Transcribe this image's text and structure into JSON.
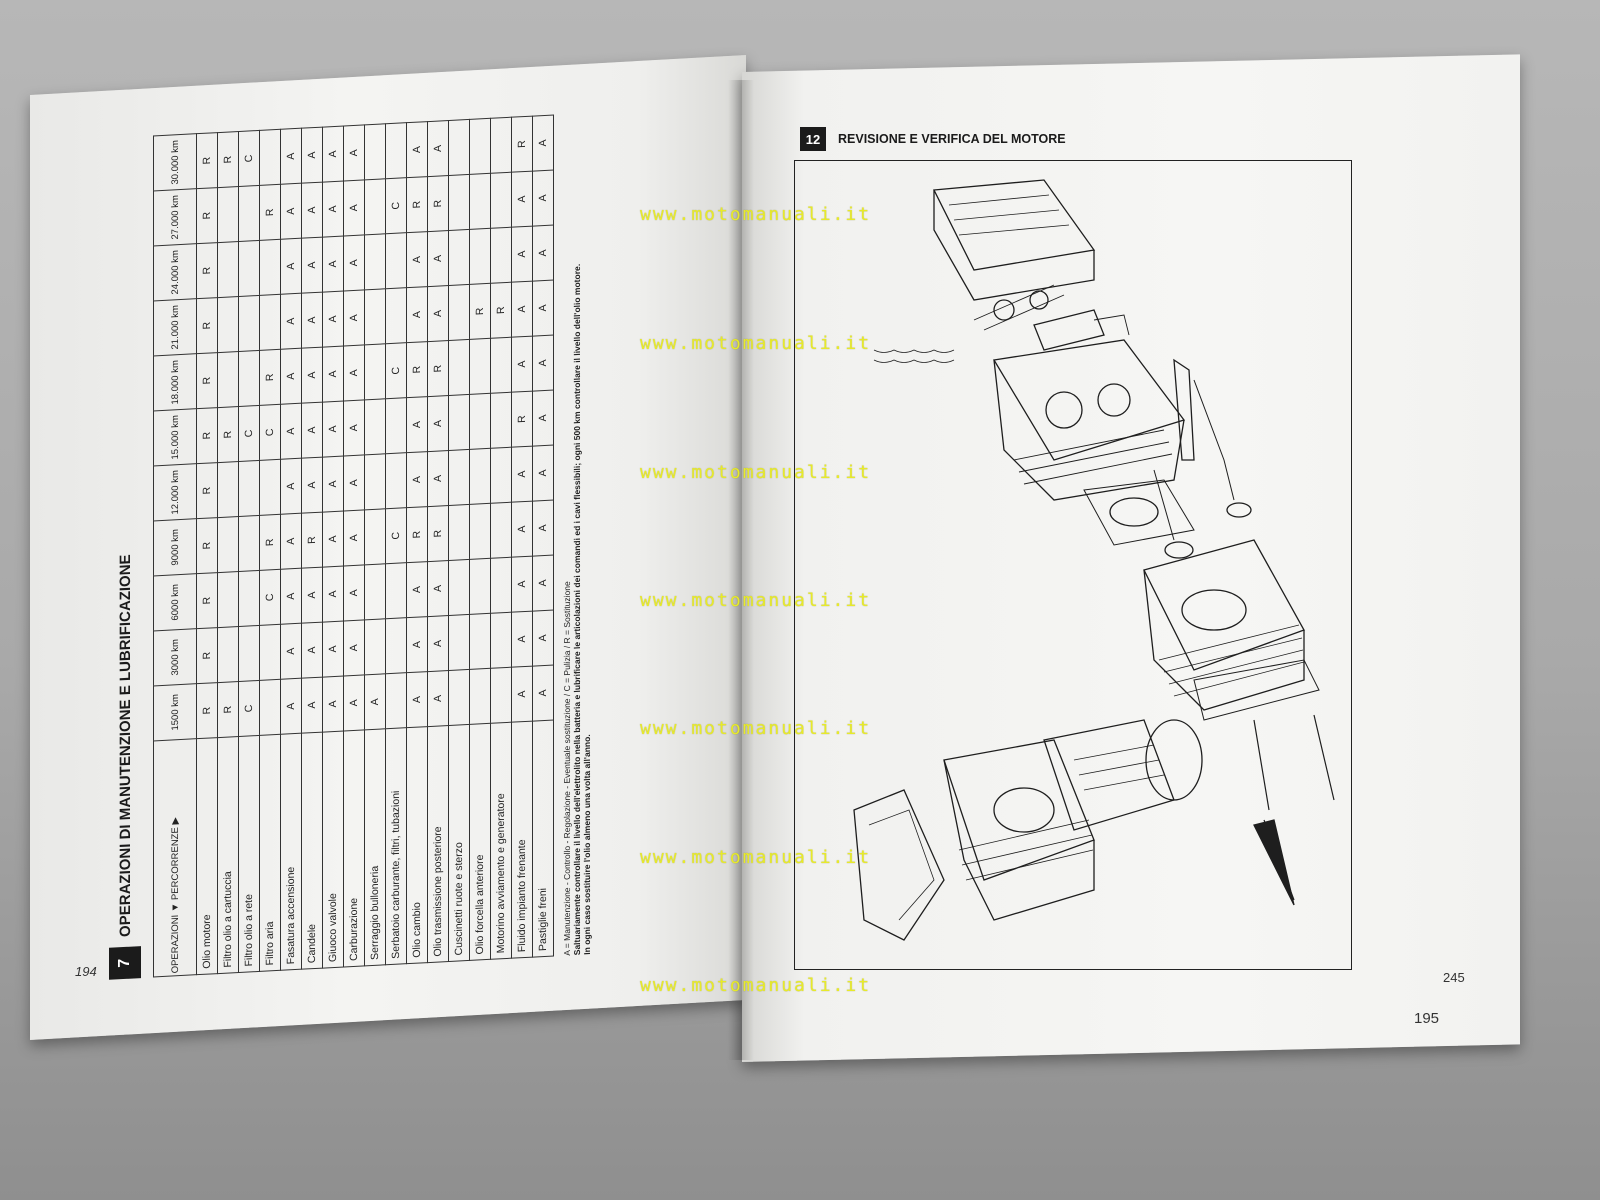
{
  "left_page": {
    "section_number": "7",
    "section_title": "OPERAZIONI DI MANUTENZIONE E LUBRIFICAZIONE",
    "corner_label": "OPERAZIONI ▼   PERCORRENZE ▶",
    "km_headers": [
      "1500 km",
      "3000 km",
      "6000 km",
      "9000 km",
      "12.000 km",
      "15.000 km",
      "18.000 km",
      "21.000 km",
      "24.000 km",
      "27.000 km",
      "30.000 km"
    ],
    "rows": [
      {
        "op": "Olio motore",
        "cells": [
          "R",
          "R",
          "R",
          "R",
          "R",
          "R",
          "R",
          "R",
          "R",
          "R",
          "R"
        ]
      },
      {
        "op": "Filtro olio a cartuccia",
        "cells": [
          "R",
          "",
          "",
          "",
          "",
          "R",
          "",
          "",
          "",
          "",
          "R"
        ]
      },
      {
        "op": "Filtro olio a rete",
        "cells": [
          "C",
          "",
          "",
          "",
          "",
          "C",
          "",
          "",
          "",
          "",
          "C"
        ]
      },
      {
        "op": "Filtro aria",
        "cells": [
          "",
          "",
          "C",
          "R",
          "",
          "C",
          "R",
          "",
          "",
          "R",
          ""
        ]
      },
      {
        "op": "Fasatura accensione",
        "cells": [
          "A",
          "A",
          "A",
          "A",
          "A",
          "A",
          "A",
          "A",
          "A",
          "A",
          "A"
        ]
      },
      {
        "op": "Candele",
        "cells": [
          "A",
          "A",
          "A",
          "R",
          "A",
          "A",
          "A",
          "A",
          "A",
          "A",
          "A"
        ]
      },
      {
        "op": "Giuoco valvole",
        "cells": [
          "A",
          "A",
          "A",
          "A",
          "A",
          "A",
          "A",
          "A",
          "A",
          "A",
          "A"
        ]
      },
      {
        "op": "Carburazione",
        "cells": [
          "A",
          "A",
          "A",
          "A",
          "A",
          "A",
          "A",
          "A",
          "A",
          "A",
          "A"
        ]
      },
      {
        "op": "Serraggio bulloneria",
        "cells": [
          "A",
          "",
          "",
          "",
          "",
          "",
          "",
          "",
          "",
          "",
          ""
        ]
      },
      {
        "op": "Serbatoio carburante, filtri, tubazioni",
        "cells": [
          "",
          "",
          "",
          "C",
          "",
          "",
          "C",
          "",
          "",
          "C",
          ""
        ]
      },
      {
        "op": "Olio cambio",
        "cells": [
          "A",
          "A",
          "A",
          "R",
          "A",
          "A",
          "R",
          "A",
          "A",
          "R",
          "A"
        ]
      },
      {
        "op": "Olio trasmissione posteriore",
        "cells": [
          "A",
          "A",
          "A",
          "R",
          "A",
          "A",
          "R",
          "A",
          "A",
          "R",
          "A"
        ]
      },
      {
        "op": "Cuscinetti ruote e sterzo",
        "cells": [
          "",
          "",
          "",
          "",
          "",
          "",
          "",
          "",
          "",
          "",
          ""
        ]
      },
      {
        "op": "Olio forcella anteriore",
        "cells": [
          "",
          "",
          "",
          "",
          "",
          "",
          "",
          "R",
          "",
          "",
          ""
        ]
      },
      {
        "op": "Motorino avviamento e generatore",
        "cells": [
          "",
          "",
          "",
          "",
          "",
          "",
          "",
          "R",
          "",
          "",
          ""
        ]
      },
      {
        "op": "Fluido impianto frenante",
        "cells": [
          "A",
          "A",
          "A",
          "A",
          "A",
          "R",
          "A",
          "A",
          "A",
          "A",
          "R"
        ]
      },
      {
        "op": "Pastiglie freni",
        "cells": [
          "A",
          "A",
          "A",
          "A",
          "A",
          "A",
          "A",
          "A",
          "A",
          "A",
          "A"
        ]
      }
    ],
    "note_legend": "A = Manutenzione - Controllo - Regolazione - Eventuale sostituzione / C = Pulizia / R = Sostituzione",
    "note_1": "Saltuariamente controllare il livello dell'elettrolito nella batteria e lubrificare le articolazioni dei comandi ed i cavi flessibili; ogni 500 km controllare il livello dell'olio motore.",
    "note_2": "In ogni caso sostituire l'olio almeno una volta all'anno.",
    "page_number": "194"
  },
  "right_page": {
    "section_number": "12",
    "section_title": "REVISIONE E VERIFICA DEL MOTORE",
    "figure_page_number": "245",
    "page_number": "195"
  },
  "watermark": "www.motomanuali.it"
}
